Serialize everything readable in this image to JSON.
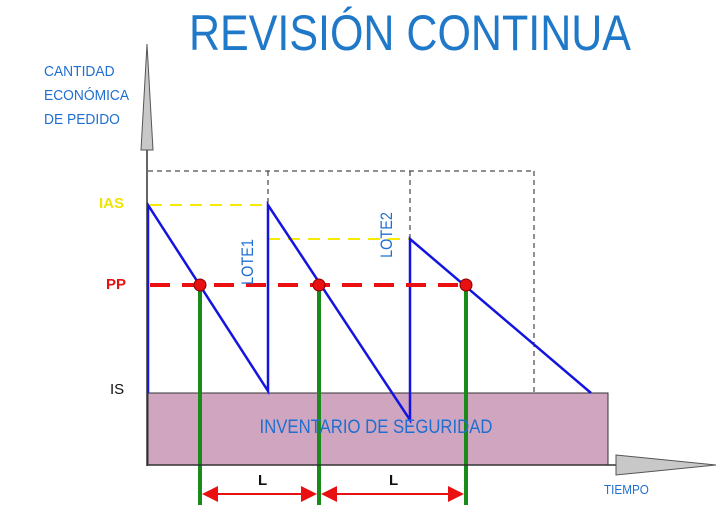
{
  "title": "REVISIÓN CONTINUA",
  "y_axis_label": [
    "CANTIDAD",
    "ECONÓMICA",
    "DE PEDIDO"
  ],
  "x_axis_label": "TIEMPO",
  "levels": {
    "ias": "IAS",
    "pp": "PP",
    "is": "IS"
  },
  "safety_stock_label": "INVENTARIO DE SEGURIDAD",
  "lots": [
    "LOTE1",
    "LOTE2"
  ],
  "lead_time_label": "L",
  "colors": {
    "title": "#1f78c8",
    "ias": "#f5ea00",
    "pp": "#e81010",
    "inventory": "#1414e0",
    "lead_time": "#1a8a1a",
    "safety_fill": "#d0a5bf"
  }
}
